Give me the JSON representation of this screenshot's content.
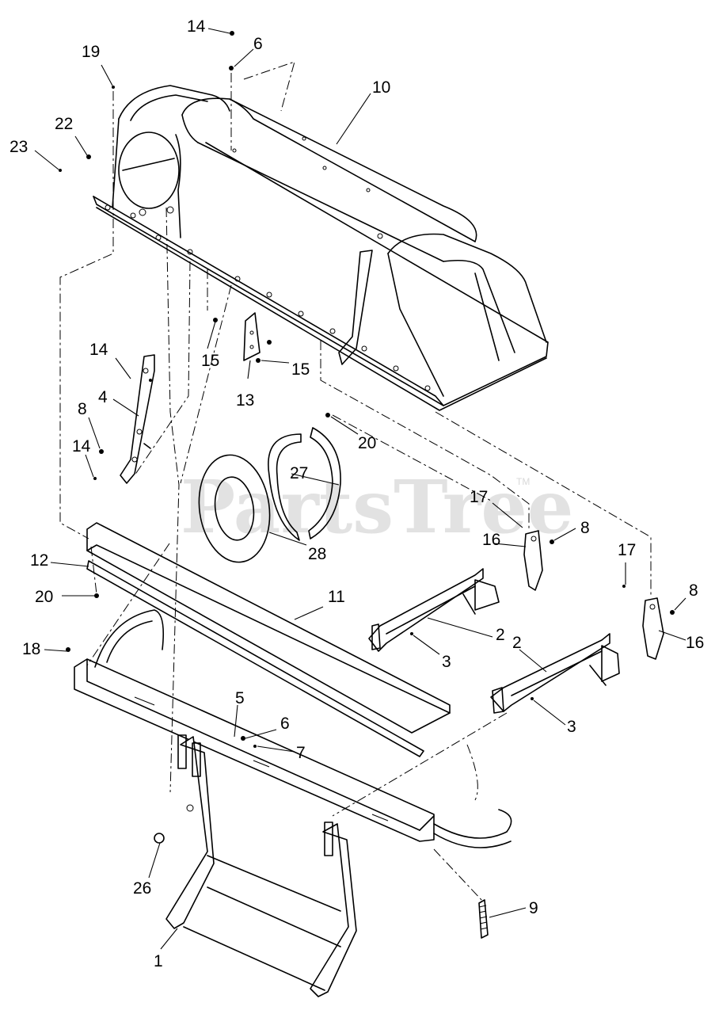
{
  "diagram": {
    "watermark": "PartsTree",
    "watermark_tm": "TM",
    "callouts": [
      {
        "label": "14"
      },
      {
        "label": "6"
      },
      {
        "label": "19"
      },
      {
        "label": "10"
      },
      {
        "label": "22"
      },
      {
        "label": "23"
      },
      {
        "label": "14"
      },
      {
        "label": "15"
      },
      {
        "label": "15"
      },
      {
        "label": "4"
      },
      {
        "label": "13"
      },
      {
        "label": "8"
      },
      {
        "label": "20"
      },
      {
        "label": "14"
      },
      {
        "label": "27"
      },
      {
        "label": "28"
      },
      {
        "label": "17"
      },
      {
        "label": "8"
      },
      {
        "label": "16"
      },
      {
        "label": "12"
      },
      {
        "label": "17"
      },
      {
        "label": "8"
      },
      {
        "label": "20"
      },
      {
        "label": "11"
      },
      {
        "label": "2"
      },
      {
        "label": "3"
      },
      {
        "label": "16"
      },
      {
        "label": "18"
      },
      {
        "label": "2"
      },
      {
        "label": "5"
      },
      {
        "label": "6"
      },
      {
        "label": "3"
      },
      {
        "label": "7"
      },
      {
        "label": "26"
      },
      {
        "label": "9"
      },
      {
        "label": "1"
      }
    ]
  }
}
